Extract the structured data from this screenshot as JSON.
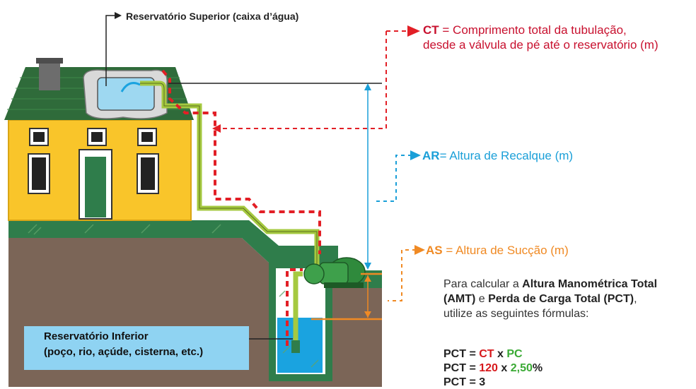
{
  "labels": {
    "upper_reservoir": "Reservatório Superior (caixa d’água)",
    "ct_abbr": "CT",
    "ct_desc_line1": "= Comprimento total da tubulação,",
    "ct_desc_line2": "desde a válvula de pé até o reservatório (m)",
    "ar_abbr": "AR",
    "ar_desc": "= Altura de Recalque (m)",
    "as_abbr": "AS",
    "as_desc": "= Altura de Sucção (m)",
    "lower_reservoir_line1": "Reservatório Inferior",
    "lower_reservoir_line2": "(poço, rio, açúde, cisterna, etc.)"
  },
  "instructions": {
    "line1_prefix": "Para calcular a ",
    "line1_bold": "Altura Manométrica Total",
    "line2_bold_a": "(AMT)",
    "line2_mid": " e ",
    "line2_bold_b": "Perda de Carga Total (PCT)",
    "line2_suffix": ",",
    "line3": "utilize as seguintes fórmulas:"
  },
  "formulas": {
    "f1_lhs": "PCT = ",
    "f1_a": "CT",
    "f1_op": " x ",
    "f1_b": "PC",
    "f2_lhs": "PCT = ",
    "f2_a": "120",
    "f2_op": " x ",
    "f2_b": "2,50",
    "f2_unit": "%",
    "f3_lhs": "PCT = 3"
  },
  "colors": {
    "ct": "#e21f26",
    "ar": "#1a9fd8",
    "as": "#f08a24",
    "pipe": "#a5c940",
    "roof": "#2f6b3a",
    "wall": "#f9c52a",
    "ground": "#7b6557",
    "grass": "#2f7d4b",
    "water": "#1aa3e0"
  }
}
